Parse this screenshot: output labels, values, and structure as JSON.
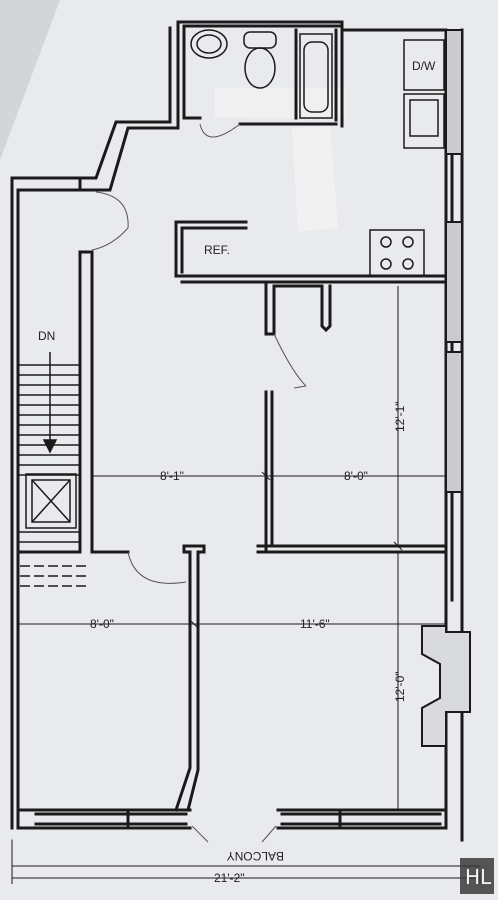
{
  "labels": {
    "stair": "DN",
    "dishwasher": "D/W",
    "refrigerator": "REF.",
    "balcony": "BALCONY"
  },
  "dimensions": {
    "hall_width": "8'-1\"",
    "bedroom_width": "8'-0\"",
    "bedroom_depth": "12'-1\"",
    "front_left_width": "8'-0\"",
    "living_width": "11'-6\"",
    "living_depth": "12'-0\"",
    "overall_width": "21'-2\""
  },
  "watermark": "HL",
  "icons": [
    "stair-arrow-icon",
    "sink-icon",
    "toilet-icon",
    "range-burner-icon",
    "fireplace-icon"
  ],
  "colors": {
    "paper": "#e9eaed",
    "wall": "#1a1a1a",
    "wall_fill": "#c9cbcf"
  }
}
